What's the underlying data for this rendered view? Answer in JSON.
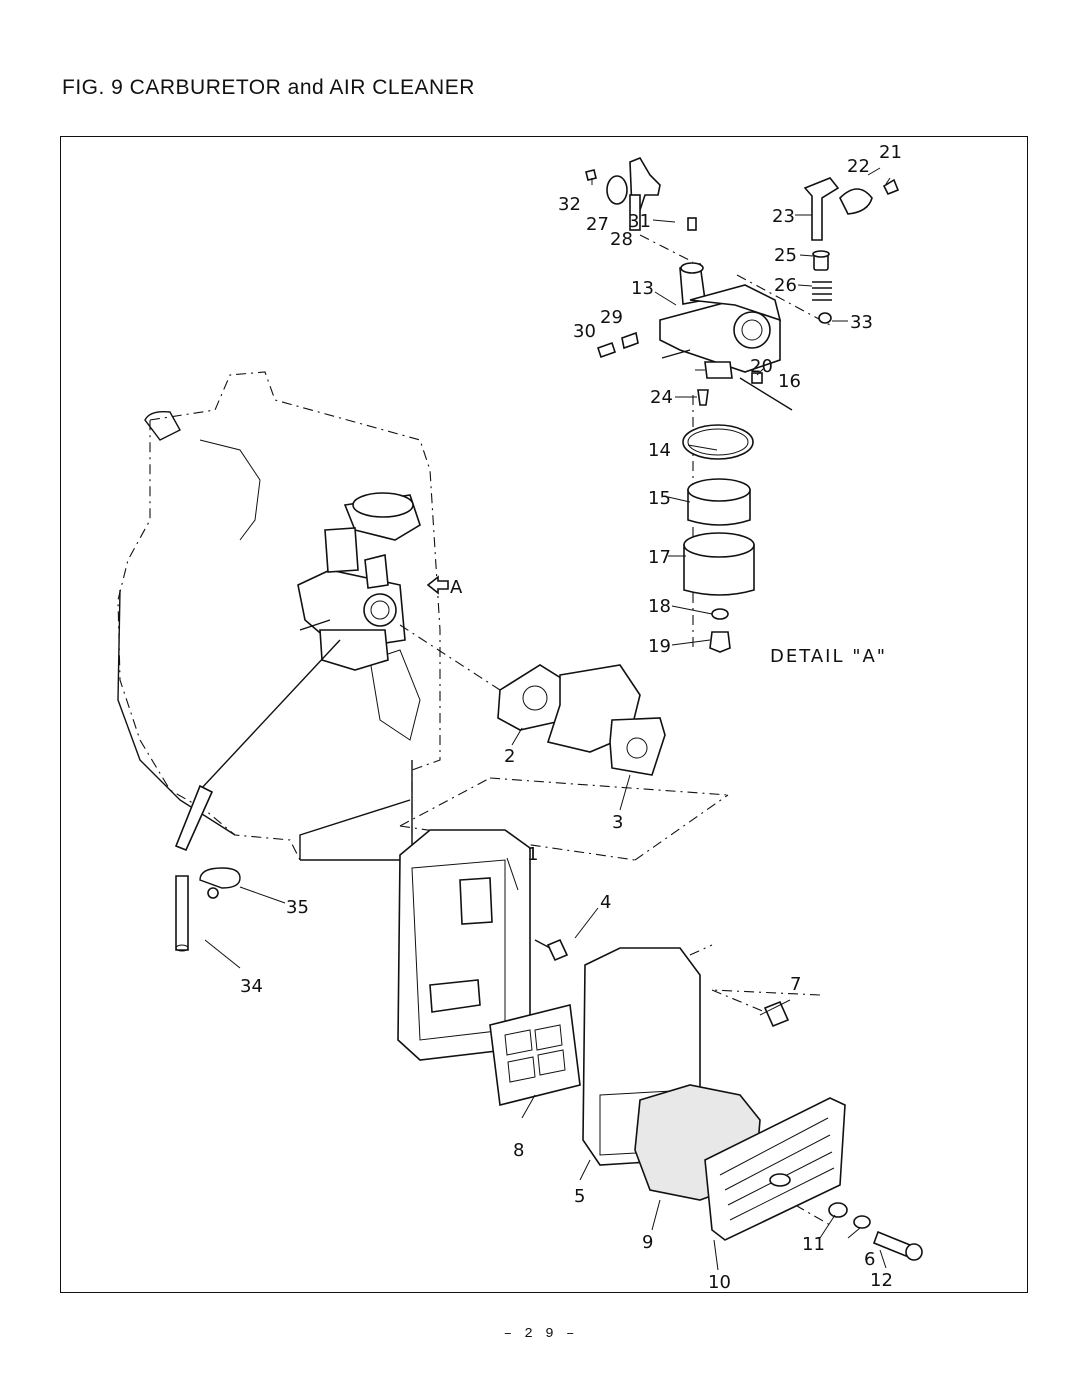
{
  "title": "FIG. 9 CARBURETOR and AIR CLEANER",
  "detail_label": "DETAIL \"A\"",
  "detail_marker": "A",
  "page_number": "– 2 9 –",
  "callouts": {
    "p1": "1",
    "p2": "2",
    "p3": "3",
    "p4": "4",
    "p5": "5",
    "p6": "6",
    "p7": "7",
    "p8": "8",
    "p9": "9",
    "p10": "10",
    "p11": "11",
    "p12": "12",
    "p13": "13",
    "p14": "14",
    "p15": "15",
    "p16": "16",
    "p17": "17",
    "p18": "18",
    "p19": "19",
    "p20": "20",
    "p21": "21",
    "p22": "22",
    "p23": "23",
    "p24": "24",
    "p25": "25",
    "p26": "26",
    "p27": "27",
    "p28": "28",
    "p29": "29",
    "p30": "30",
    "p31": "31",
    "p32": "32",
    "p33": "33",
    "p34": "34",
    "p35": "35"
  }
}
